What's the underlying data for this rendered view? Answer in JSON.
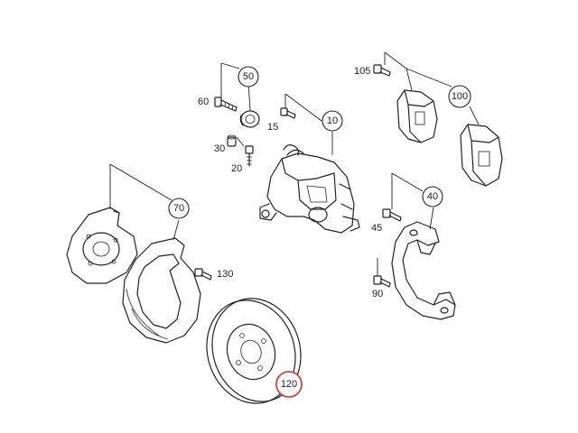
{
  "callouts": {
    "c10": "10",
    "c15": "15",
    "c20": "20",
    "c30": "30",
    "c40": "40",
    "c45": "45",
    "c50": "50",
    "c60": "60",
    "c70": "70",
    "c90": "90",
    "c100": "100",
    "c105": "105",
    "c120": "120",
    "c130": "130"
  },
  "colors": {
    "line": "#222222",
    "highlight_ring": "#d9281f",
    "background": "#ffffff"
  }
}
